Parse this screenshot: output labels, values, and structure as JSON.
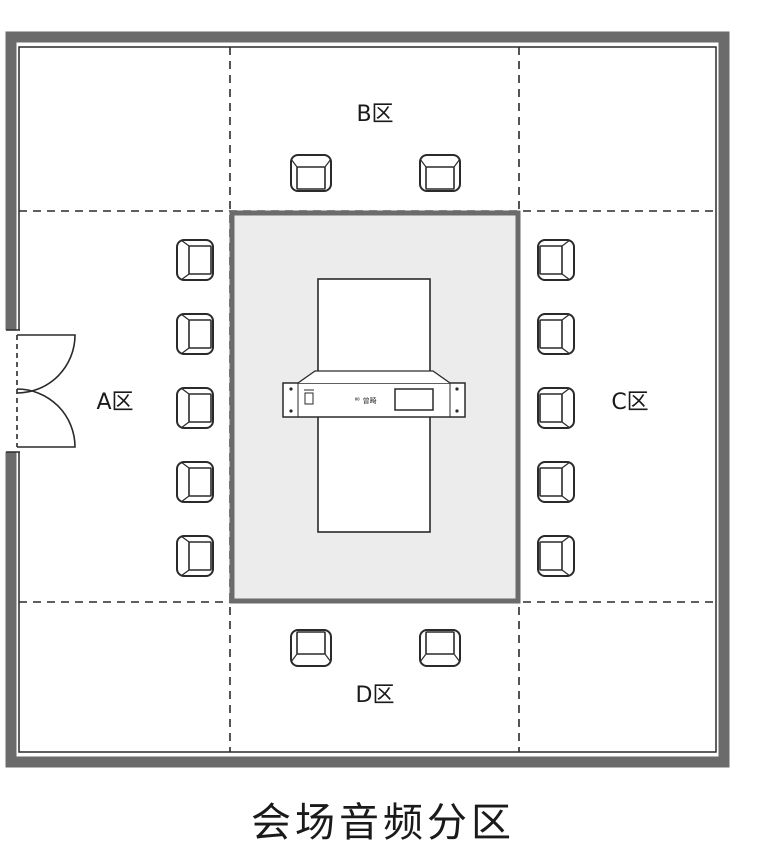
{
  "zones": {
    "a": "A区",
    "b": "B区",
    "c": "C区",
    "d": "D区"
  },
  "device": {
    "panel_text": "ᅇ 曾畸"
  },
  "caption": "会场音频分区",
  "colors": {
    "wall": "#6b6b6b",
    "line": "#2a2a2a",
    "table_area": "#ececec",
    "background": "#ffffff"
  }
}
